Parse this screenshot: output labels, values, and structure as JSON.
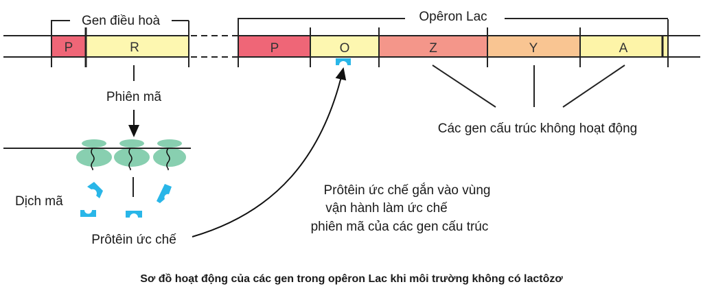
{
  "regulator": {
    "label": "Gen điều hoà",
    "segments": [
      "P",
      "R"
    ]
  },
  "operon": {
    "label": "Opêron Lac",
    "segments": [
      "P",
      "O",
      "Z",
      "Y",
      "A"
    ]
  },
  "steps": {
    "transcription": "Phiên mã",
    "translation": "Dịch mã",
    "repressor": "Prôtêin ức chế"
  },
  "annotation": {
    "line1": "Prôtêin ức chế gắn vào vùng",
    "line2": "vận hành làm ức chế",
    "line3": "phiên mã của các gen cấu trúc"
  },
  "structural_note": "Các gen cấu trúc không hoạt động",
  "caption": "Sơ đồ hoạt động của các gen trong opêron Lac khi môi trường không có lactôzơ",
  "colors": {
    "promoter": "#ef6677",
    "operator": "#fdf7b0",
    "z": "#f4968a",
    "y": "#f9c592",
    "a": "#fdf4a8",
    "ribosome": "#88cfb0",
    "repressor": "#29b6e8"
  }
}
